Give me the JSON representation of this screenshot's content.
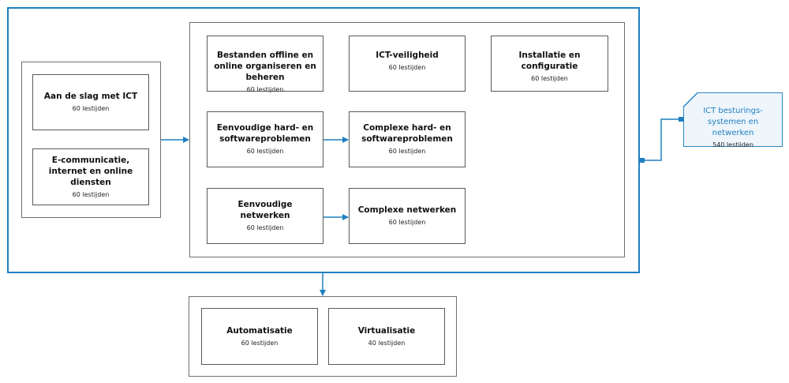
{
  "colors": {
    "accent": "#1f7fc1",
    "box_border": "#5a5a5a",
    "group_border": "#6f6f6f"
  },
  "left_group": {
    "items": [
      {
        "title": "Aan de slag met ICT",
        "hours": "60 lestijden"
      },
      {
        "title": "E-communicatie, internet en online diensten",
        "hours": "60 lestijden"
      }
    ]
  },
  "middle_group": {
    "row1": [
      {
        "title": "Bestanden offline en online organiseren en beheren",
        "hours": "60 lestijden"
      },
      {
        "title": "ICT-veiligheid",
        "hours": "60 lestijden"
      },
      {
        "title": "Installatie en configuratie",
        "hours": "60 lestijden"
      }
    ],
    "row2": [
      {
        "title": "Eenvoudige hard- en softwareproblemen",
        "hours": "60 lestijden"
      },
      {
        "title": "Complexe hard- en softwareproblemen",
        "hours": "60 lestijden"
      }
    ],
    "row3": [
      {
        "title": "Eenvoudige netwerken",
        "hours": "60 lestijden"
      },
      {
        "title": "Complexe netwerken",
        "hours": "60 lestijden"
      }
    ]
  },
  "bottom_group": {
    "items": [
      {
        "title": "Automatisatie",
        "hours": "60 lestijden"
      },
      {
        "title": "Virtualisatie",
        "hours": "40 lestijden"
      }
    ]
  },
  "target": {
    "title": "ICT besturings-systemen en netwerken",
    "hours": "540 lestijden"
  }
}
